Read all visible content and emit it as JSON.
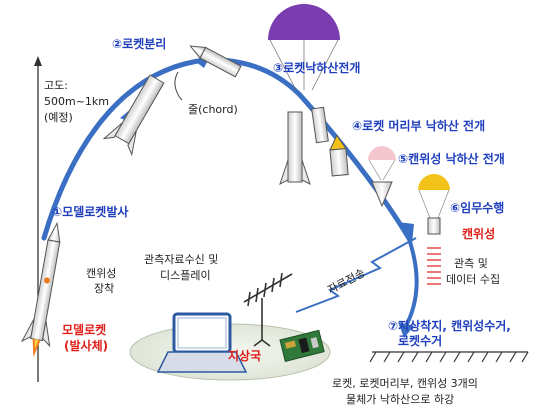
{
  "altitude": {
    "label": "고도:",
    "range": "500m~1km",
    "note": "(예정)"
  },
  "steps": [
    {
      "num": "①",
      "text": "모델로켓발사"
    },
    {
      "num": "②",
      "text": "로켓분리"
    },
    {
      "num": "③",
      "text": "로켓낙하산전개"
    },
    {
      "num": "④",
      "text": "로켓 머리부 낙하산 전개"
    },
    {
      "num": "⑤",
      "text": "캔위성 낙하산 전개"
    },
    {
      "num": "⑥",
      "text": "임무수행"
    },
    {
      "num": "⑦",
      "text": "지상착지, 캔위성수거,",
      "text2": "로켓수거"
    }
  ],
  "labels": {
    "chord": "줄(chord)",
    "cansat_mount_1": "캔위성",
    "cansat_mount_2": "장착",
    "model_rocket_1": "모델로켓",
    "model_rocket_2": "(발사체)",
    "receive_1": "관측자료수신 및",
    "receive_2": "디스플레이",
    "transmission": "자료전송",
    "cansat": "캔위성",
    "observe_1": "관측 및",
    "observe_2": "데이터 수집",
    "ground_station": "지상국",
    "descent_1": "로켓, 로켓머리부, 캔위성 3개의",
    "descent_2": "물체가 낙하산으로 하강"
  },
  "colors": {
    "trajectory": "#3a6fc4",
    "steps": "#1f3fbf",
    "accent": "#e0201a",
    "parachute_purple": "#7a3db0",
    "parachute_pink": "#f4c7cf",
    "parachute_yellow": "#f2c21b",
    "rocket_body": "#ffffff",
    "rocket_outline": "#555555",
    "ground_pad": "#e9efe3"
  }
}
